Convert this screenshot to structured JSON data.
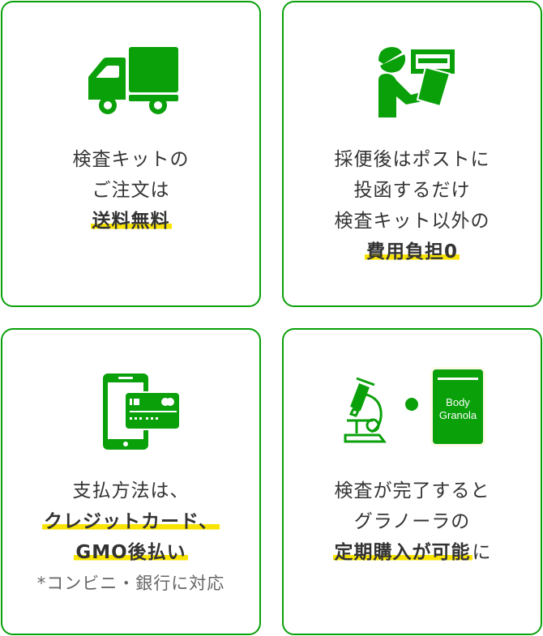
{
  "colors": {
    "accent_green": "#0aa00a",
    "highlight_yellow": "#f8e400",
    "text": "#333333",
    "note_text": "#666666"
  },
  "cards": [
    {
      "icon": "truck-icon",
      "lines": [
        "検査キットの",
        "ご注文は"
      ],
      "highlight": "送料無料"
    },
    {
      "icon": "mail-carrier-icon",
      "lines": [
        "採便後はポストに",
        "投函するだけ",
        "検査キット以外の"
      ],
      "highlight": "費用負担0"
    },
    {
      "icon": "smartphone-credit-card-icon",
      "lines": [
        "支払方法は、"
      ],
      "highlights": [
        "クレジットカード、",
        "GMO後払い"
      ],
      "note": "*コンビニ・銀行に対応"
    },
    {
      "icon": "microscope-icon",
      "separator": "dot-icon",
      "product_label": [
        "Body",
        "Granola"
      ],
      "lines": [
        "検査が完了すると",
        "グラノーラの"
      ],
      "highlight": "定期購入が可能",
      "tail": "に"
    }
  ]
}
